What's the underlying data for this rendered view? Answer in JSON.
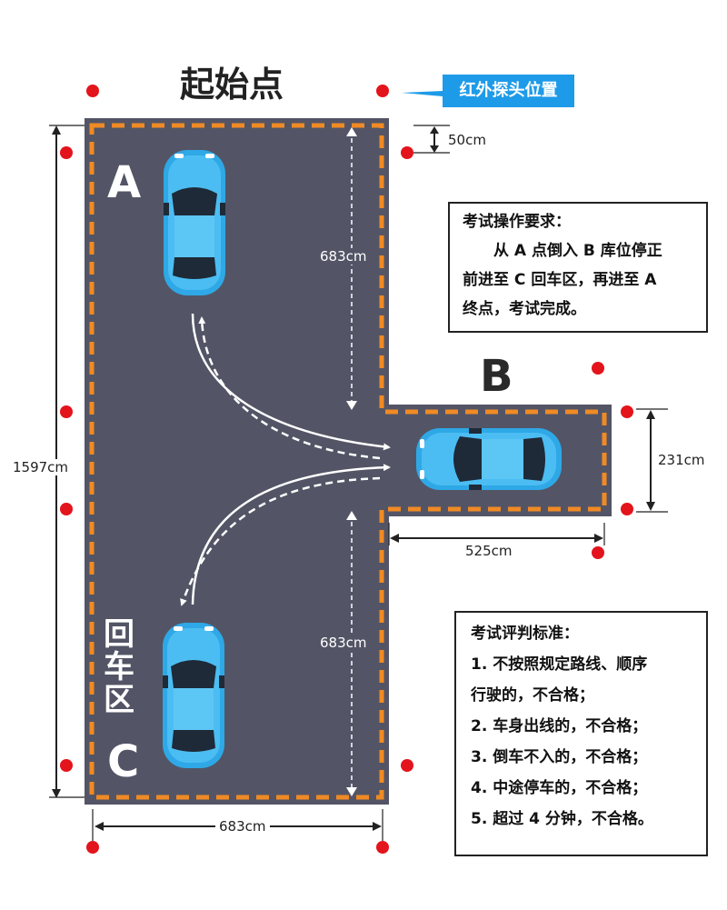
{
  "title": "起始点",
  "sensor_label": "红外探头位置",
  "points": {
    "a": "A",
    "b": "B",
    "c": "C"
  },
  "turnaround_zone": [
    "回",
    "车",
    "区"
  ],
  "dimensions": {
    "sensor_offset": "50cm",
    "upper_lane": "683cm",
    "lower_lane": "683cm",
    "total_length": "1597cm",
    "garage_width": "231cm",
    "garage_depth": "525cm",
    "bottom_width": "683cm"
  },
  "requirements": {
    "title": "考试操作要求：",
    "lines": [
      "从 A 点倒入 B 库位停正",
      "前进至 C 回车区，再进至 A",
      "终点，考试完成。"
    ]
  },
  "criteria": {
    "title": "考试评判标准：",
    "items": [
      "1. 不按照规定路线、顺序",
      "行驶的，不合格；",
      "2. 车身出线的，不合格；",
      "3. 倒车不入的，不合格；",
      "4. 中途停车的，不合格；",
      "5. 超过 4 分钟，不合格。"
    ]
  },
  "colors": {
    "asphalt": "#535566",
    "border_line": "#f08a24",
    "car": "#2ea8e6",
    "sensor_dot": "#e3141c",
    "label_bg": "#1e9be8"
  }
}
